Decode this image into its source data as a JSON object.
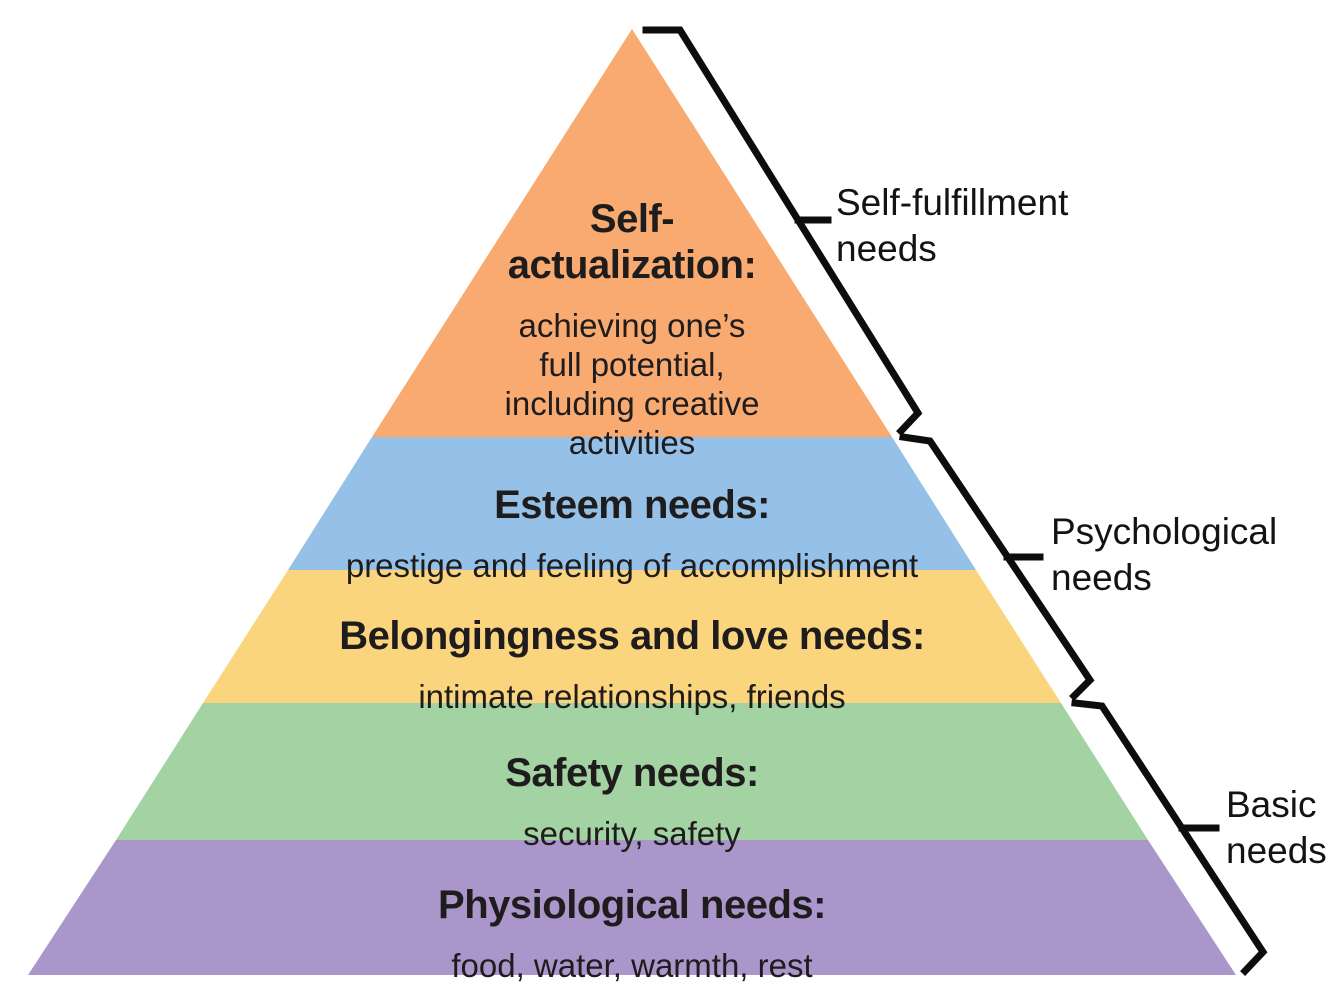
{
  "diagram": {
    "title": "Maslow's hierarchy of needs",
    "type": "pyramid"
  },
  "levels": [
    {
      "id": "self-actualization",
      "title": "Self-\nactualization:",
      "desc": "achieving one’s\nfull potential,\nincluding creative\nactivities",
      "color": "#F8AA70"
    },
    {
      "id": "esteem",
      "title": "Esteem needs:",
      "desc": "prestige and feeling of accomplishment",
      "color": "#95C0E8"
    },
    {
      "id": "belongingness-love",
      "title": "Belongingness and love needs:",
      "desc": "intimate relationships, friends",
      "color": "#FBD57E"
    },
    {
      "id": "safety",
      "title": "Safety needs:",
      "desc": "security, safety",
      "color": "#A3D3A2"
    },
    {
      "id": "physiological",
      "title": "Physiological needs:",
      "desc": "food, water, warmth, rest",
      "color": "#AB96CB"
    }
  ],
  "side_labels": [
    {
      "id": "self-fulfillment",
      "label": "Self-fulfillment\nneeds"
    },
    {
      "id": "psychological",
      "label": "Psychological\nneeds"
    },
    {
      "id": "basic",
      "label": "Basic\nneeds"
    }
  ],
  "bracket_color": "#0d0d0d",
  "text_color": "#1e1c1c"
}
